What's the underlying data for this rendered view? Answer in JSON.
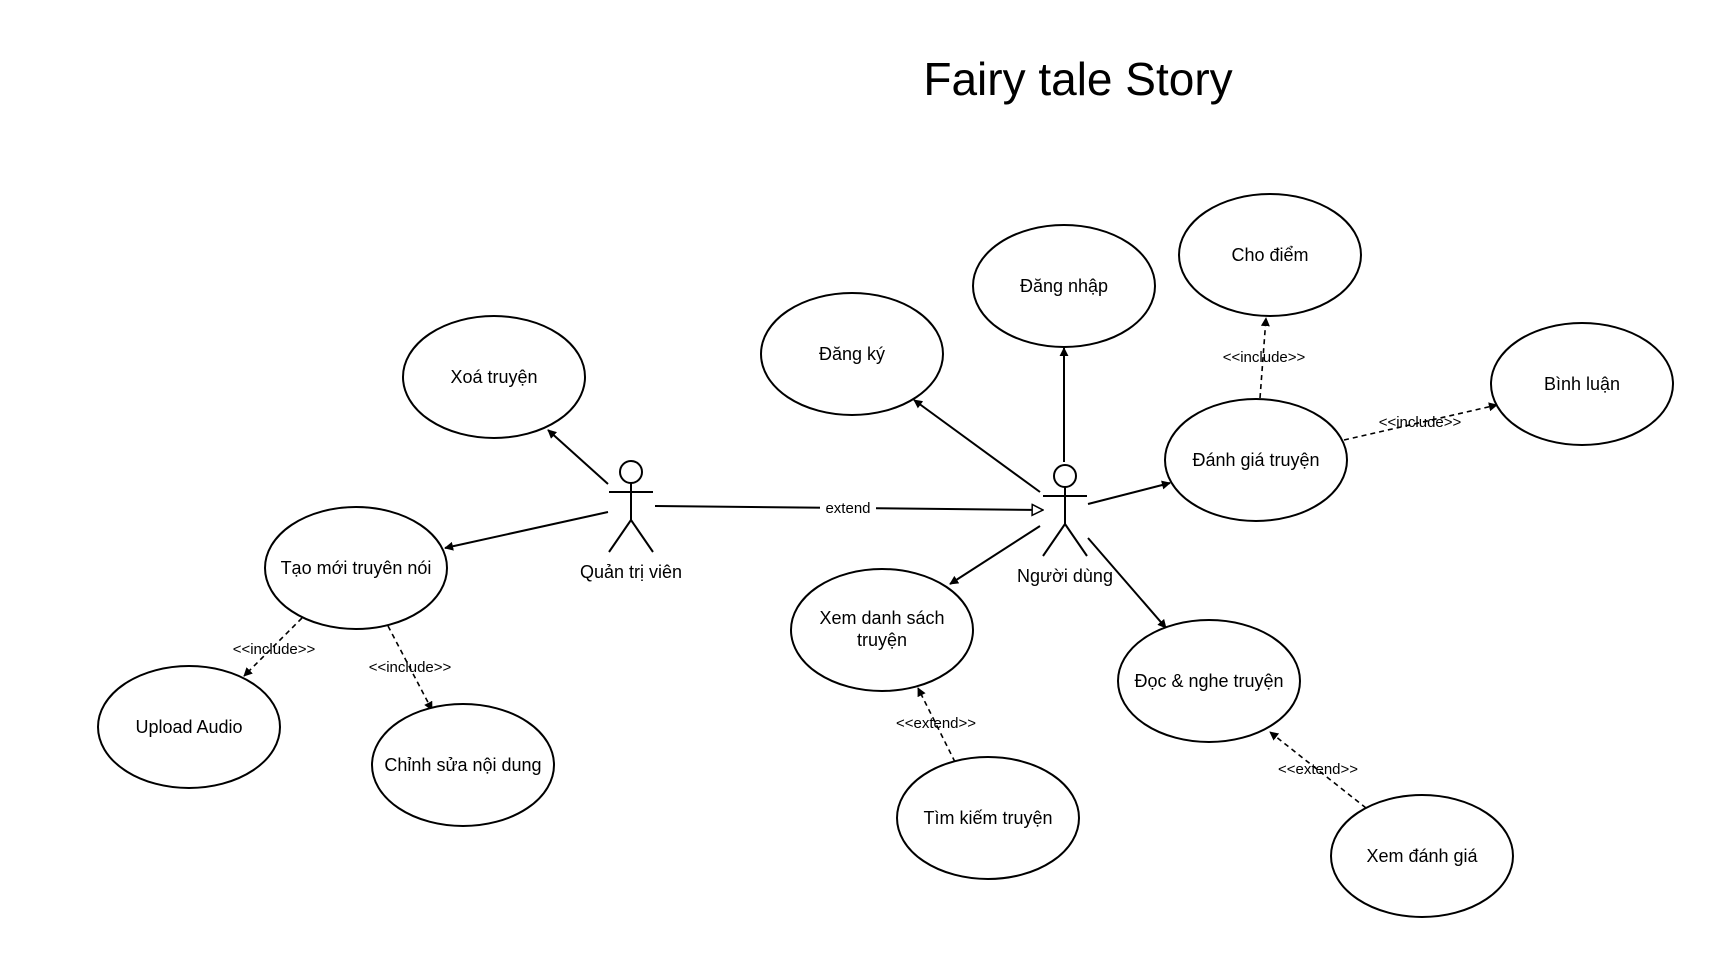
{
  "diagram": {
    "title": "Fairy tale Story",
    "actors": {
      "admin": "Quản trị viên",
      "user": "Người dùng"
    },
    "use_cases": {
      "xoa_truyen": "Xoá truyện",
      "tao_moi": "Tạo mới truyên nói",
      "upload_audio": "Upload Audio",
      "chinh_sua": "Chỉnh sửa nội dung",
      "dang_ky": "Đăng ký",
      "dang_nhap": "Đăng nhập",
      "cho_diem": "Cho điểm",
      "danh_gia_truyen": "Đánh giá truyện",
      "binh_luan": "Bình luận",
      "xem_danh_sach_1": "Xem danh sách",
      "xem_danh_sach_2": "truyện",
      "doc_nghe": "Đọc & nghe truyện",
      "tim_kiem": "Tìm kiếm truyện",
      "xem_danh_gia": "Xem đánh giá"
    },
    "relations": {
      "extend_generalization": "extend",
      "include_upload": "<<include>>",
      "include_chinh_sua": "<<include>>",
      "include_cho_diem": "<<include>>",
      "include_binh_luan": "<<include>>",
      "extend_tim_kiem": "<<extend>>",
      "extend_xem_danh_gia": "<<extend>>"
    }
  }
}
